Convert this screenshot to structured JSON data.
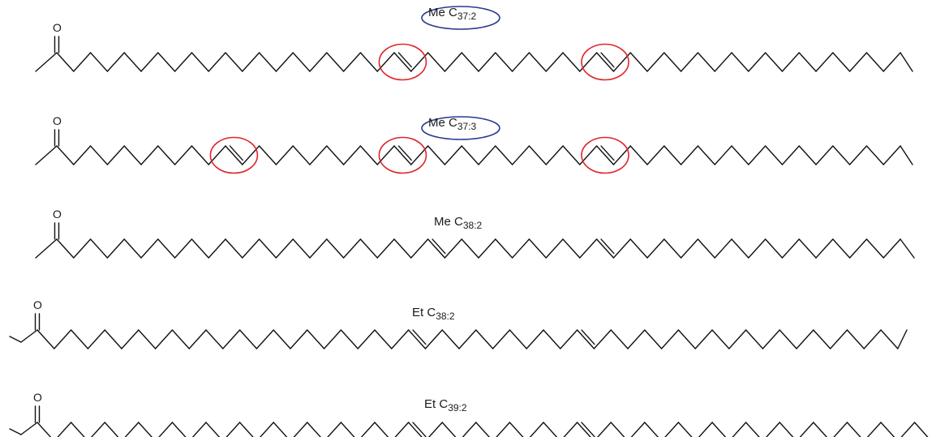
{
  "colors": {
    "bond": "#111111",
    "double_bond_circle": "#e0262b",
    "label_oval": "#2a3a8f"
  },
  "molecules": [
    {
      "prefix": "Me C",
      "subscript": "37:2",
      "carbonyl_oxygen": "O",
      "label_circled": true,
      "ketone_type": "methyl",
      "double_bonds_circled": true
    },
    {
      "prefix": "Me C",
      "subscript": "37:3",
      "carbonyl_oxygen": "O",
      "label_circled": true,
      "ketone_type": "methyl",
      "double_bonds_circled": true
    },
    {
      "prefix": "Me C",
      "subscript": "38:2",
      "carbonyl_oxygen": "O",
      "label_circled": false,
      "ketone_type": "methyl",
      "double_bonds_circled": false
    },
    {
      "prefix": "Et C",
      "subscript": "38:2",
      "carbonyl_oxygen": "O",
      "label_circled": false,
      "ketone_type": "ethyl",
      "double_bonds_circled": false
    },
    {
      "prefix": "Et C",
      "subscript": "39:2",
      "carbonyl_oxygen": "O",
      "label_circled": false,
      "ketone_type": "ethyl",
      "double_bonds_circled": false
    }
  ]
}
